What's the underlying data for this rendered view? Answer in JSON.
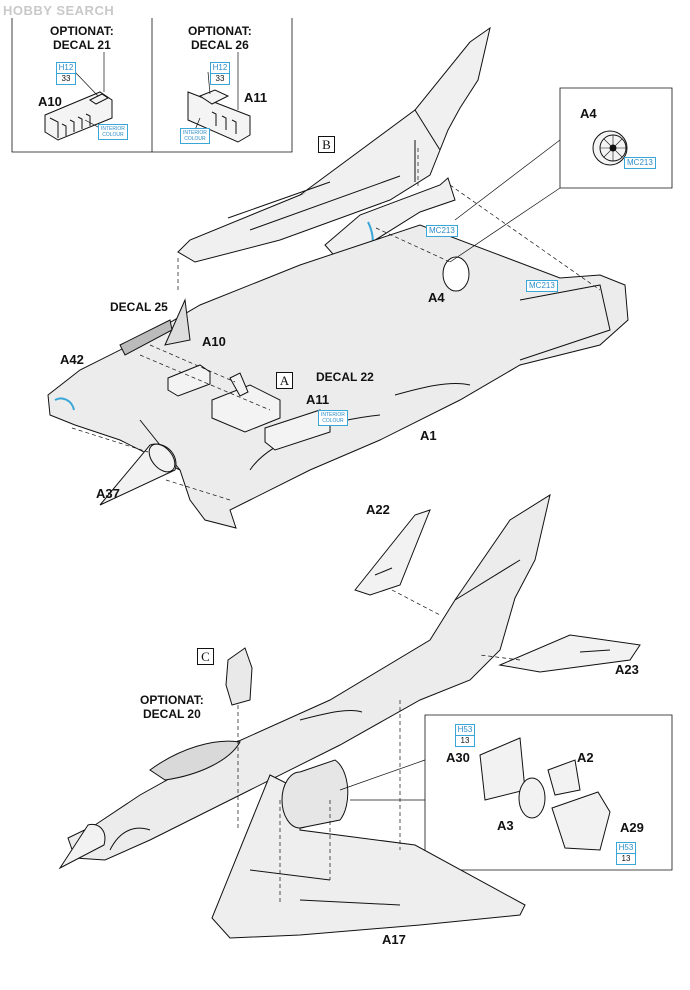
{
  "watermark": "HOBBY SEARCH",
  "steps": {
    "a": "A",
    "b": "B",
    "c": "C"
  },
  "optional": {
    "decal21": [
      "OPTIONAT:",
      "DECAL 21"
    ],
    "decal26": [
      "OPTIONAT:",
      "DECAL 26"
    ],
    "decal20": [
      "OPTIONAT:",
      "DECAL 20"
    ]
  },
  "decals": {
    "decal25": "DECAL 25",
    "decal22": "DECAL 22"
  },
  "paints": {
    "h12": {
      "code": "H12",
      "num": "33"
    },
    "h53": {
      "code": "H53",
      "num": "13"
    },
    "mc213": "MC213"
  },
  "interior_colour": [
    "INTERIOR",
    "COLOUR"
  ],
  "parts": {
    "a10": "A10",
    "a11": "A11",
    "a4": "A4",
    "a42": "A42",
    "a37": "A37",
    "a1": "A1",
    "a22": "A22",
    "a23": "A23",
    "a30": "A30",
    "a2": "A2",
    "a3": "A3",
    "a29": "A29",
    "a17": "A17"
  },
  "colors": {
    "accent": "#2a8cc8",
    "line": "#111111",
    "panel": "#e9e9e9"
  }
}
